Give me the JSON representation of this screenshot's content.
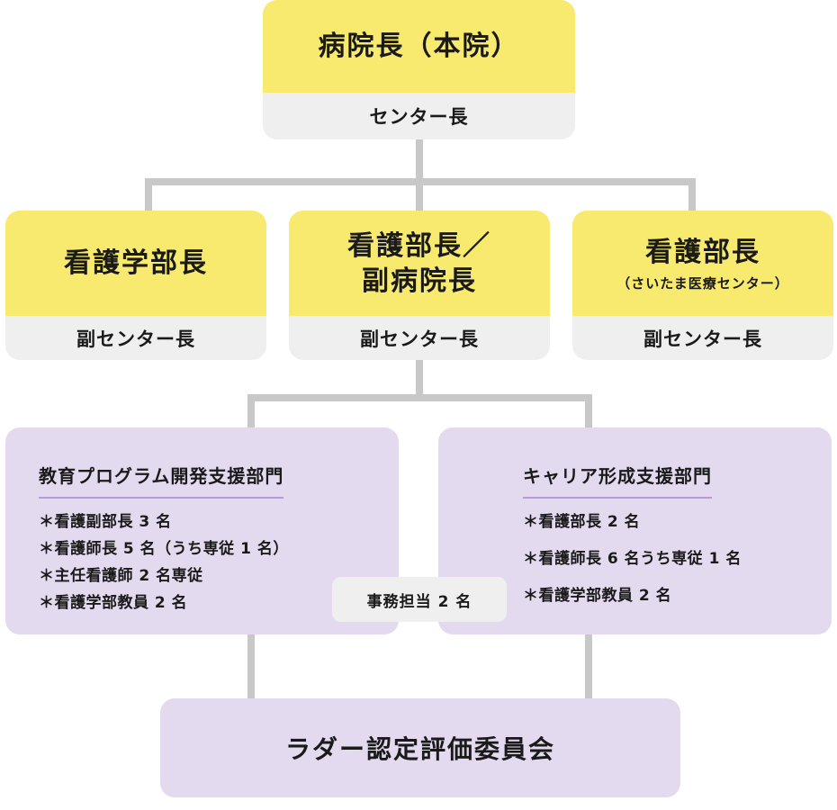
{
  "director": {
    "title": "病院長（本院）",
    "role": "センター長"
  },
  "deans": [
    {
      "title": "看護学部長",
      "subtitle": "",
      "role": "副センター長"
    },
    {
      "title_line1": "看護部長／",
      "title_line2": "副病院長",
      "role": "副センター長"
    },
    {
      "title": "看護部長",
      "subtitle": "（さいたま医療センター）",
      "role": "副センター長"
    }
  ],
  "departments": [
    {
      "title": "教育プログラム開発支援部門",
      "members": [
        "＊看護副部長 3 名",
        "＊看護師長 5 名（うち専従 1 名）",
        "＊主任看護師 2 名専従",
        "＊看護学部教員 2 名"
      ]
    },
    {
      "title": "キャリア形成支援部門",
      "members": [
        "＊看護部長 2 名",
        "＊看護師長 6 名うち専従 1 名",
        "＊看護学部教員 2 名"
      ]
    }
  ],
  "admin_staff": "事務担当 2 名",
  "committee": "ラダー認定評価委員会"
}
